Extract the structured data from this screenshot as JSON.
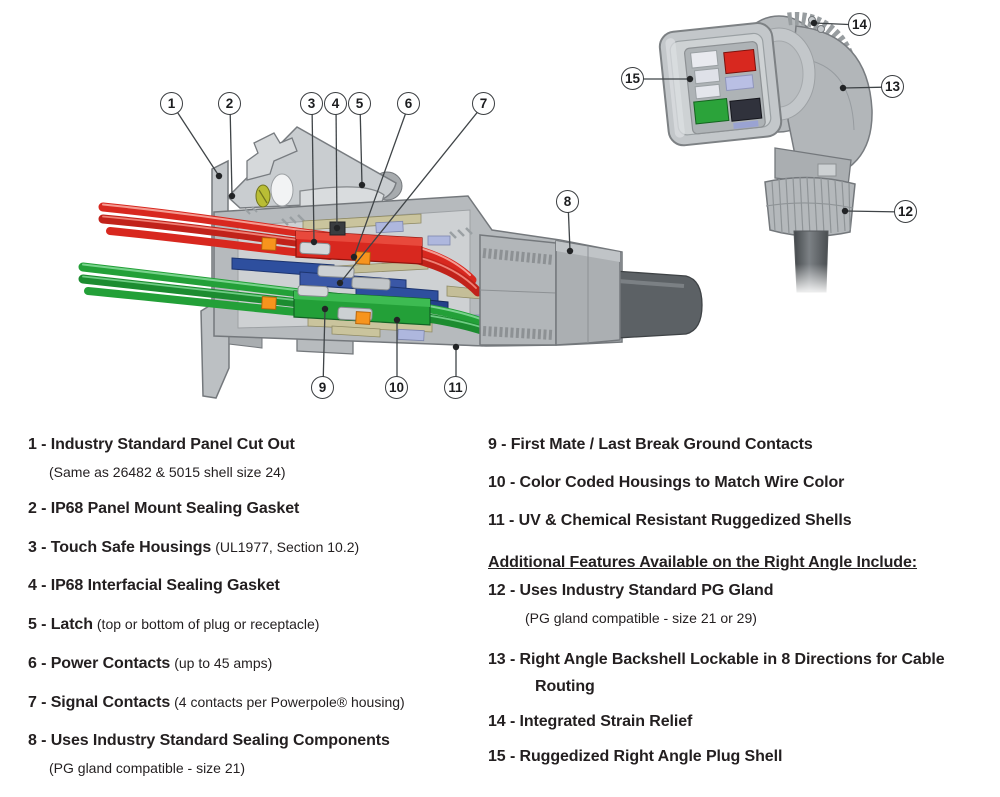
{
  "callouts": [
    "1",
    "2",
    "3",
    "4",
    "5",
    "6",
    "7",
    "8",
    "9",
    "10",
    "11",
    "12",
    "13",
    "14",
    "15"
  ],
  "legend": {
    "left": [
      {
        "label": "1 - Industry Standard Panel Cut Out",
        "sub": "(Same as 26482 & 5015 shell size 24)"
      },
      {
        "label": "2 - IP68 Panel Mount Sealing Gasket"
      },
      {
        "label": "3 - Touch Safe Housings",
        "note": "(UL1977, Section 10.2)"
      },
      {
        "label": "4 - IP68 Interfacial Sealing Gasket"
      },
      {
        "label": "5 - Latch",
        "note": "(top or bottom of plug or receptacle)"
      },
      {
        "label": "6 - Power Contacts",
        "note": "(up to 45 amps)"
      },
      {
        "label": "7 - Signal Contacts",
        "note": "(4 contacts per Powerpole® housing)"
      },
      {
        "label": "8 - Uses Industry Standard Sealing Components",
        "sub": "(PG gland compatible - size 21)"
      }
    ],
    "right_top": [
      {
        "label": "9 - First Mate / Last Break Ground Contacts"
      },
      {
        "label": "10 - Color Coded Housings to Match Wire Color"
      },
      {
        "label": "11 - UV & Chemical Resistant Ruggedized Shells"
      }
    ],
    "right_heading": "Additional Features Available on the Right Angle Include:",
    "right_bottom": [
      {
        "label": "12 - Uses Industry Standard PG Gland",
        "sub": "(PG gland compatible - size 21 or 29)"
      },
      {
        "label": "13 - Right Angle Backshell Lockable in 8 Directions for Cable Routing"
      },
      {
        "label": "14 - Integrated Strain Relief"
      },
      {
        "label": "15 - Ruggedized Right Angle Plug Shell"
      }
    ]
  },
  "colors": {
    "wire_red": "#d8281f",
    "wire_green": "#23a038",
    "housing_blue": "#2e4f9e",
    "ferrule_orange": "#f7941d",
    "body_gray": "#b6babd",
    "outline_gray": "#74787c",
    "cable_dark": "#5c6165",
    "screw_yellow": "#b9bd35",
    "text_black": "#231f20"
  }
}
